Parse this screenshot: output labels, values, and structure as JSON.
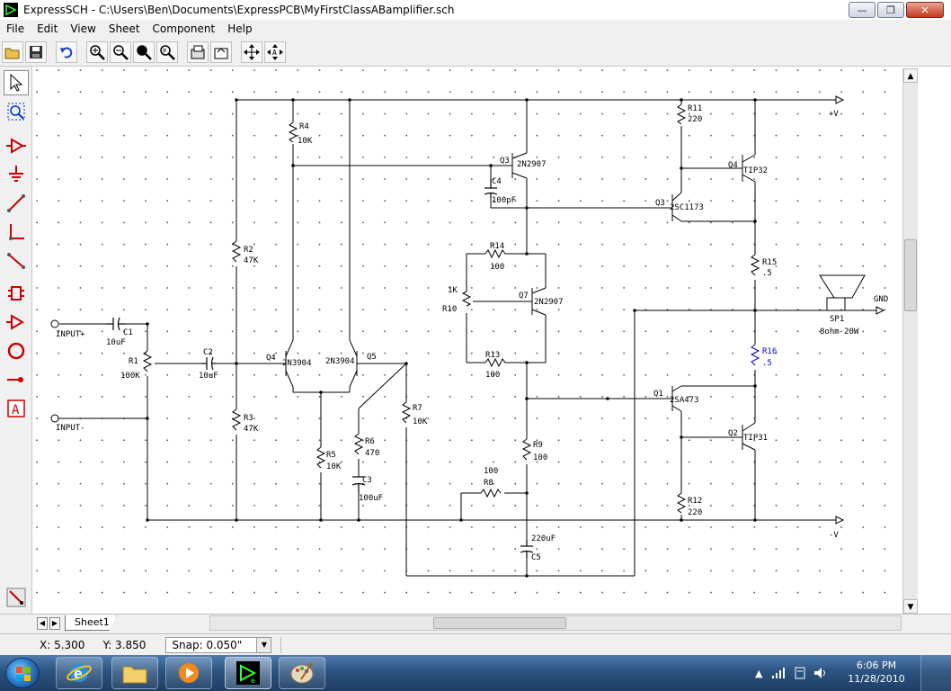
{
  "window": {
    "title": "ExpressSCH - C:\\Users\\Ben\\Documents\\ExpressPCB\\MyFirstClassABamplifier.sch"
  },
  "menu": [
    "File",
    "Edit",
    "View",
    "Sheet",
    "Component",
    "Help"
  ],
  "toolbar": [
    "open-icon",
    "save-icon",
    "undo-icon",
    "zoom-in-icon",
    "zoom-out-icon",
    "zoom-area-icon",
    "zoom-fit-icon",
    "properties-icon",
    "print-icon",
    "pan-icon",
    "auto-route-icon"
  ],
  "palette": [
    "select-arrow-icon",
    "zoom-select-icon",
    "component-icon",
    "ground-icon",
    "wire-icon",
    "bend-wire-icon",
    "diagonal-wire-icon",
    "ic-icon",
    "triangle-icon",
    "circle-icon",
    "pin-icon",
    "text-icon"
  ],
  "schematic": {
    "rail_pos": "+V",
    "rail_neg": "-V",
    "nets": [
      "INPUT+",
      "INPUT-",
      "GND"
    ],
    "components": [
      {
        "ref": "R4",
        "value": "10K"
      },
      {
        "ref": "R2",
        "value": "47K"
      },
      {
        "ref": "R3",
        "value": "47K"
      },
      {
        "ref": "R1",
        "value": "100K"
      },
      {
        "ref": "C1",
        "value": "10uF"
      },
      {
        "ref": "C2",
        "value": "10uF"
      },
      {
        "ref": "Q4",
        "value": "2N3904"
      },
      {
        "ref": "Q5",
        "value": "2N3904"
      },
      {
        "ref": "R5",
        "value": "10K"
      },
      {
        "ref": "R6",
        "value": "470"
      },
      {
        "ref": "C3",
        "value": "100uF"
      },
      {
        "ref": "R7",
        "value": "10K"
      },
      {
        "ref": "Q3",
        "value": "2N2907"
      },
      {
        "ref": "C4",
        "value": "100pF"
      },
      {
        "ref": "R14",
        "value": "100"
      },
      {
        "ref": "R10",
        "value": "1K"
      },
      {
        "ref": "Q7",
        "value": "2N2907"
      },
      {
        "ref": "R13",
        "value": "100"
      },
      {
        "ref": "R9",
        "value": "100"
      },
      {
        "ref": "R8",
        "value": "100"
      },
      {
        "ref": "C5",
        "value": "220uF"
      },
      {
        "ref": "R11",
        "value": "220"
      },
      {
        "ref": "Q4",
        "value": "TIP32"
      },
      {
        "ref": "Q3",
        "value": "2SC1173"
      },
      {
        "ref": "R15",
        "value": ".5"
      },
      {
        "ref": "R16",
        "value": ".5"
      },
      {
        "ref": "SP1",
        "value": "8ohm 20W"
      },
      {
        "ref": "Q1",
        "value": "2SA473"
      },
      {
        "ref": "Q2",
        "value": "TIP31"
      },
      {
        "ref": "R12",
        "value": "220"
      }
    ]
  },
  "tabs": {
    "sheet1": "Sheet1"
  },
  "status": {
    "x": "X: 5.300",
    "y": "Y: 3.850",
    "snap": "Snap: 0.050\""
  },
  "taskbar": {
    "time": "6:06 PM",
    "date": "11/28/2010"
  },
  "colors": {
    "component": "#cc0000",
    "wire": "#000000",
    "selected": "#0000cc"
  }
}
